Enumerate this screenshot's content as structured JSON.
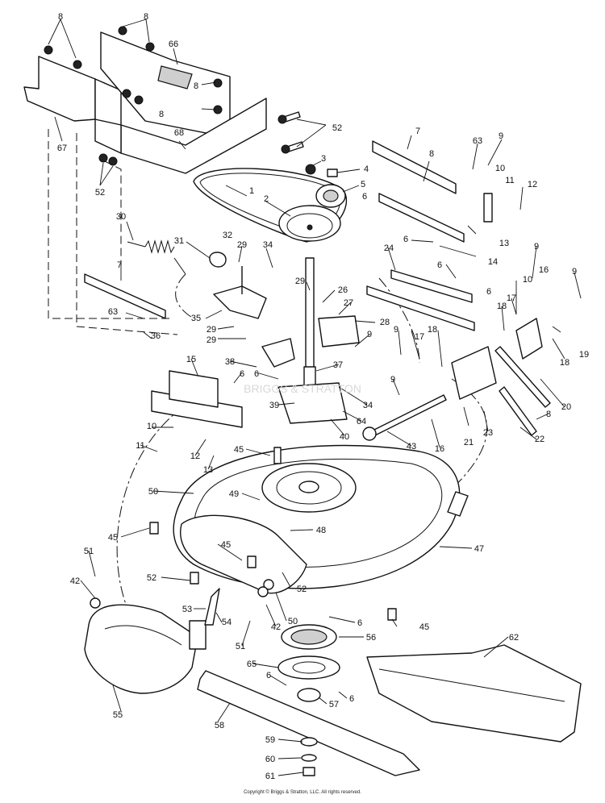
{
  "copyright": "Copyright © Briggs & Stratton, LLC. All rights reserved.",
  "watermark": "BRIGGS & STRATTON",
  "callouts": [
    {
      "label": "8"
    },
    {
      "label": "8"
    },
    {
      "label": "66"
    },
    {
      "label": "8"
    },
    {
      "label": "8"
    },
    {
      "label": "52"
    },
    {
      "label": "67"
    },
    {
      "label": "68"
    },
    {
      "label": "52"
    },
    {
      "label": "3"
    },
    {
      "label": "4"
    },
    {
      "label": "5"
    },
    {
      "label": "1"
    },
    {
      "label": "2"
    },
    {
      "label": "7"
    },
    {
      "label": "8"
    },
    {
      "label": "63"
    },
    {
      "label": "9"
    },
    {
      "label": "10"
    },
    {
      "label": "11"
    },
    {
      "label": "12"
    },
    {
      "label": "6"
    },
    {
      "label": "13"
    },
    {
      "label": "6"
    },
    {
      "label": "14"
    },
    {
      "label": "30"
    },
    {
      "label": "31"
    },
    {
      "label": "32"
    },
    {
      "label": "29"
    },
    {
      "label": "34"
    },
    {
      "label": "24"
    },
    {
      "label": "6"
    },
    {
      "label": "9"
    },
    {
      "label": "16"
    },
    {
      "label": "9"
    },
    {
      "label": "7"
    },
    {
      "label": "29"
    },
    {
      "label": "26"
    },
    {
      "label": "6"
    },
    {
      "label": "17"
    },
    {
      "label": "63"
    },
    {
      "label": "35"
    },
    {
      "label": "27"
    },
    {
      "label": "28"
    },
    {
      "label": "18"
    },
    {
      "label": "10"
    },
    {
      "label": "29"
    },
    {
      "label": "9"
    },
    {
      "label": "36"
    },
    {
      "label": "29"
    },
    {
      "label": "9"
    },
    {
      "label": "18"
    },
    {
      "label": "17"
    },
    {
      "label": "18"
    },
    {
      "label": "19"
    },
    {
      "label": "38"
    },
    {
      "label": "37"
    },
    {
      "label": "15"
    },
    {
      "label": "6"
    },
    {
      "label": "6"
    },
    {
      "label": "9"
    },
    {
      "label": "20"
    },
    {
      "label": "39"
    },
    {
      "label": "34"
    },
    {
      "label": "8"
    },
    {
      "label": "10"
    },
    {
      "label": "64"
    },
    {
      "label": "16"
    },
    {
      "label": "21"
    },
    {
      "label": "23"
    },
    {
      "label": "22"
    },
    {
      "label": "40"
    },
    {
      "label": "43"
    },
    {
      "label": "11"
    },
    {
      "label": "12"
    },
    {
      "label": "13"
    },
    {
      "label": "45"
    },
    {
      "label": "50"
    },
    {
      "label": "49"
    },
    {
      "label": "45"
    },
    {
      "label": "48"
    },
    {
      "label": "47"
    },
    {
      "label": "51"
    },
    {
      "label": "45"
    },
    {
      "label": "52"
    },
    {
      "label": "42"
    },
    {
      "label": "52"
    },
    {
      "label": "53"
    },
    {
      "label": "54"
    },
    {
      "label": "50"
    },
    {
      "label": "42"
    },
    {
      "label": "6"
    },
    {
      "label": "45"
    },
    {
      "label": "51"
    },
    {
      "label": "56"
    },
    {
      "label": "62"
    },
    {
      "label": "65"
    },
    {
      "label": "6"
    },
    {
      "label": "6"
    },
    {
      "label": "57"
    },
    {
      "label": "55"
    },
    {
      "label": "58"
    },
    {
      "label": "59"
    },
    {
      "label": "60"
    },
    {
      "label": "61"
    }
  ]
}
